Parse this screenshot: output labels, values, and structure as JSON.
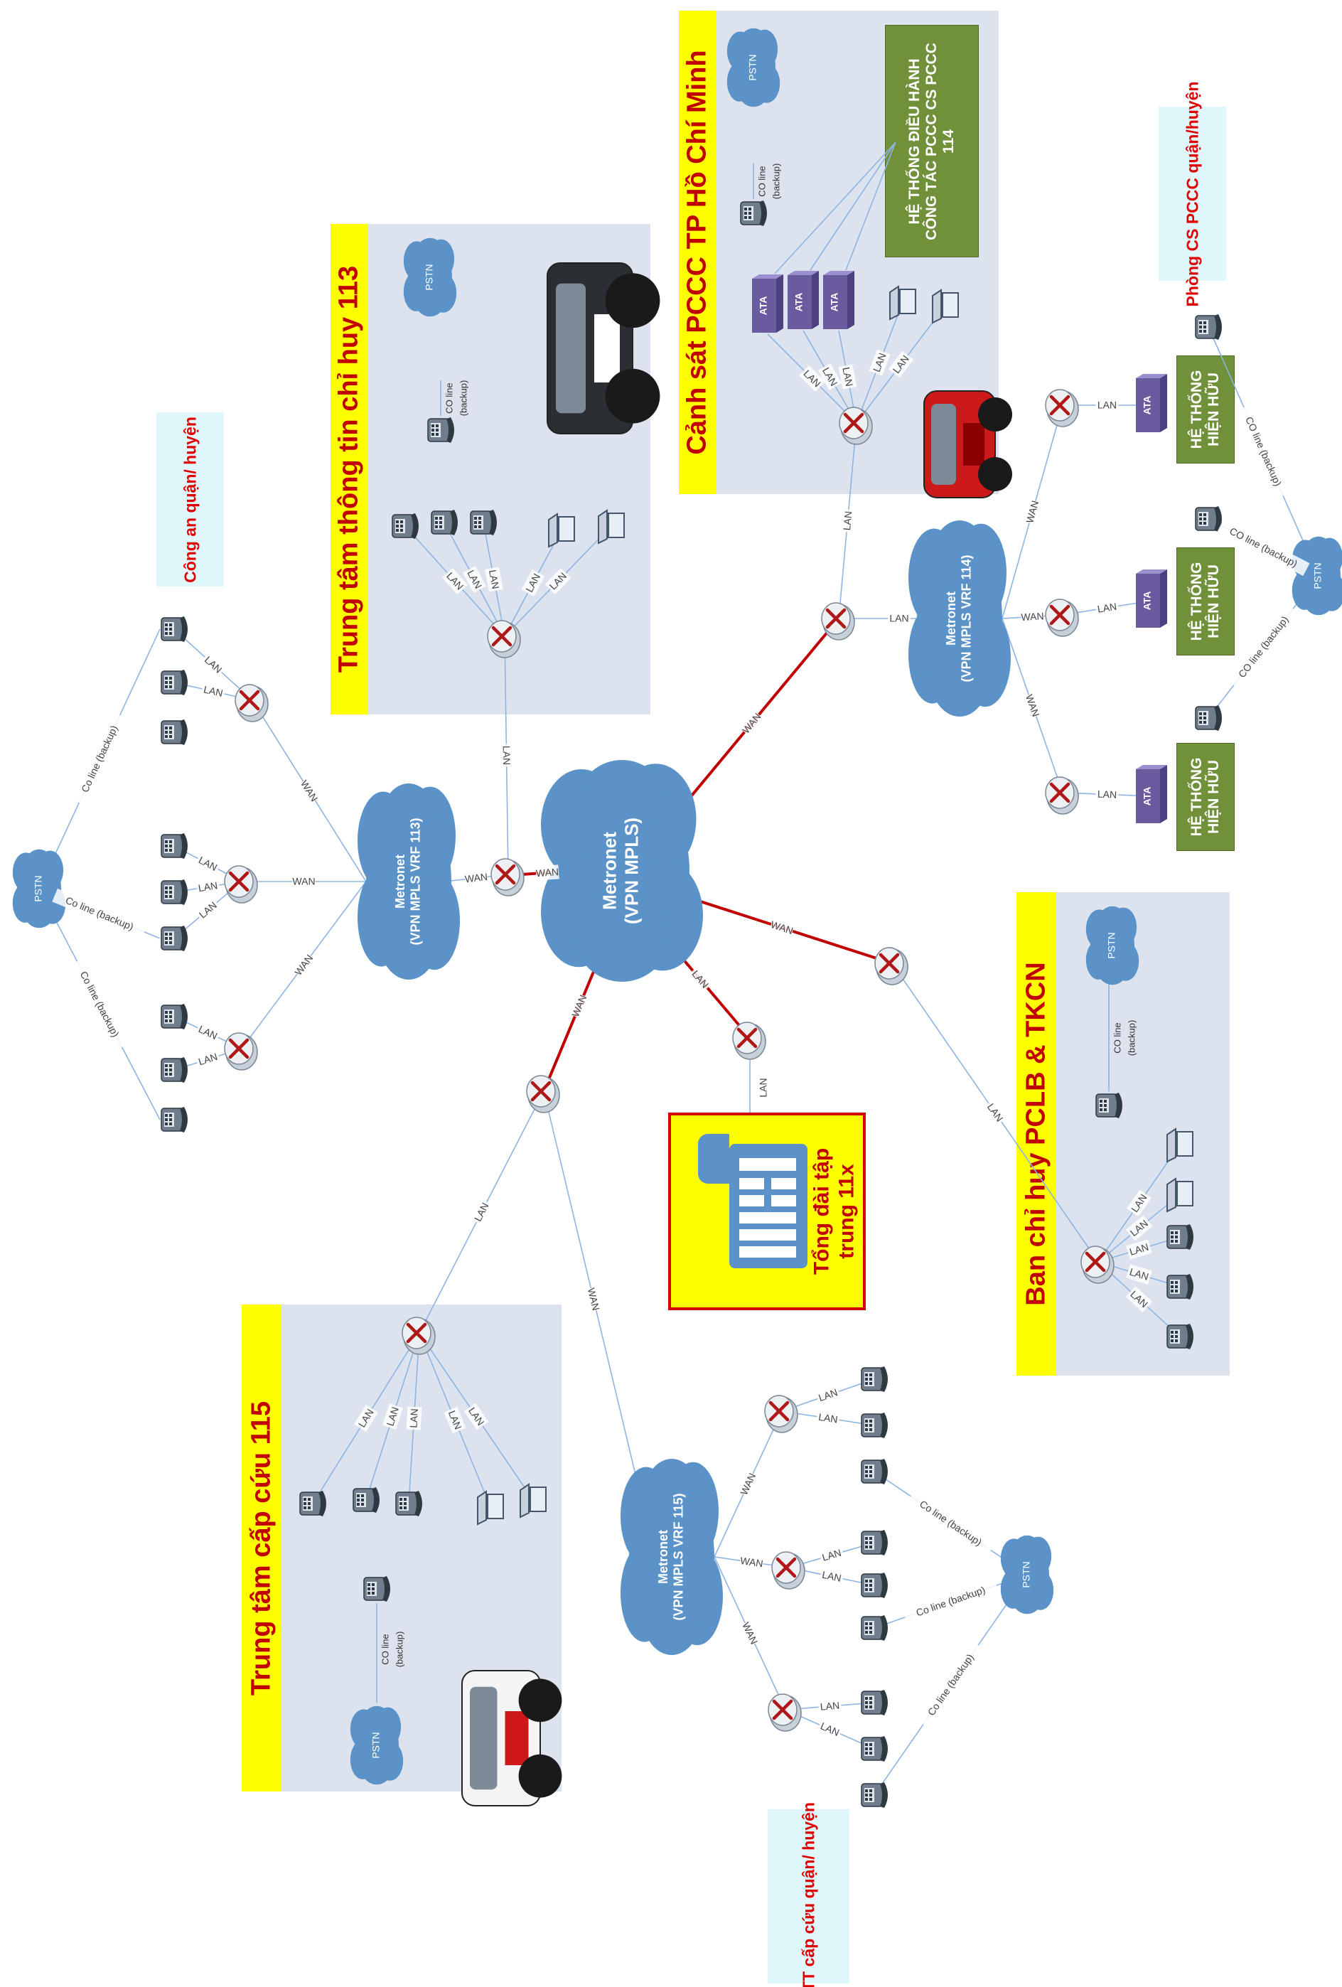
{
  "sections": {
    "police_113": {
      "title": "Trung tâm thông tin chỉ huy 113"
    },
    "fire_114": {
      "title": "Cảnh sát PCCC TP Hồ Chí Minh"
    },
    "emergency_115": {
      "title": "Trung tâm cấp cứu 115"
    },
    "disaster_pclb": {
      "title": "Ban chỉ huy PCLB & TKCN"
    }
  },
  "unit_labels": {
    "police_district": "Công an quận/ huyện",
    "fire_district": "Phòng CS PCCC quận/huyện",
    "emergency_district": "TT cấp cứu quận/ huyện"
  },
  "center_switch": {
    "label": "Tổng đài tập trung 11x"
  },
  "fire_dispatch_system": {
    "label": "HỆ THỐNG ĐIỀU HÀNH CÔNG TÁC PCCC CS PCCC 114"
  },
  "existing_system_label": "HỆ THỐNG HIỆN HỮU",
  "clouds": {
    "core": "Metronet (VPN MPLS)",
    "vrf113": "Metronet (VPN MPLS VRF 113)",
    "vrf114": "Metronet (VPN MPLS VRF 114)",
    "vrf115": "Metronet (VPN MPLS VRF 115)",
    "pstn": "PSTN"
  },
  "link_labels": {
    "lan": "LAN",
    "wan": "WAN",
    "co_line_backup": "Co line (backup)",
    "co_line_backup_caps": "CO line (backup)",
    "co_line": "CO line",
    "backup": "(backup)"
  },
  "device_labels": {
    "ata": "ATA"
  },
  "colors": {
    "section_bg": "#dde3ee",
    "title_bar": "#ffff00",
    "title_text": "#c00000",
    "cloud": "#5b93c9",
    "red_link": "#c00000",
    "thin_link": "#8db4e2",
    "green_box": "#70903a",
    "ata": "#6a5a9e",
    "label_bg": "#dff6fb"
  },
  "icons": [
    "router-icon",
    "phone-icon",
    "laptop-icon",
    "ata-device-icon",
    "cloud-icon",
    "police-car-icon",
    "ambulance-icon",
    "fire-truck-icon",
    "switchboard-icon"
  ]
}
